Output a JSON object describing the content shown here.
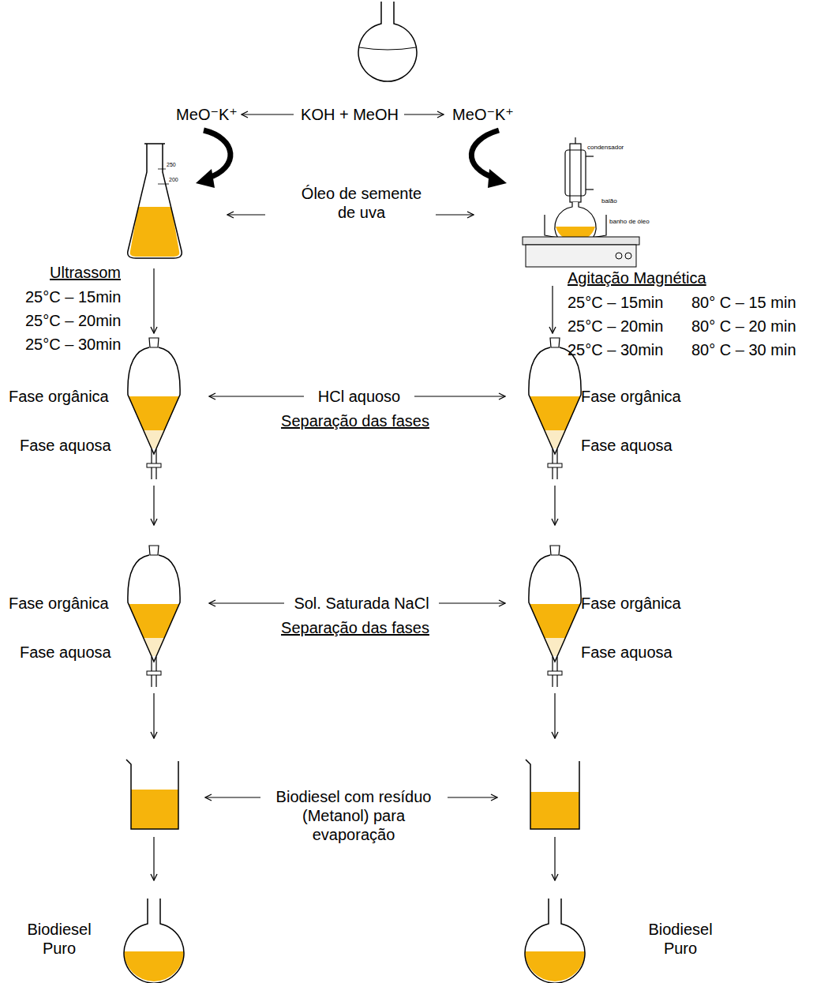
{
  "diagram": {
    "labels": [
      "MeO⁻K⁺",
      "KOH + MeOH",
      "MeO⁻K⁺",
      "250",
      "200",
      "condensador",
      "balão",
      "banho de óleo",
      "Óleo de semente de uva",
      "Ultrassom",
      "25°C – 15min",
      "25°C – 20min",
      "25°C – 30min",
      "Agitação Magnética",
      "25°C – 15min",
      "80° C – 15 min",
      "25°C – 20min",
      "80° C – 20 min",
      "25°C – 30min",
      "80° C – 30 min",
      "Fase orgânica",
      "Fase aquosa",
      "HCl aquoso",
      "Separação das fases",
      "Fase orgânica",
      "Fase aquosa",
      "Fase orgânica",
      "Fase aquosa",
      "Sol. Saturada NaCl",
      "Separação das fases",
      "Fase orgânica",
      "Fase aquosa",
      "Biodiesel com resíduo (Metanol) para evaporação",
      "Biodiesel Puro",
      "Biodiesel Puro"
    ]
  }
}
